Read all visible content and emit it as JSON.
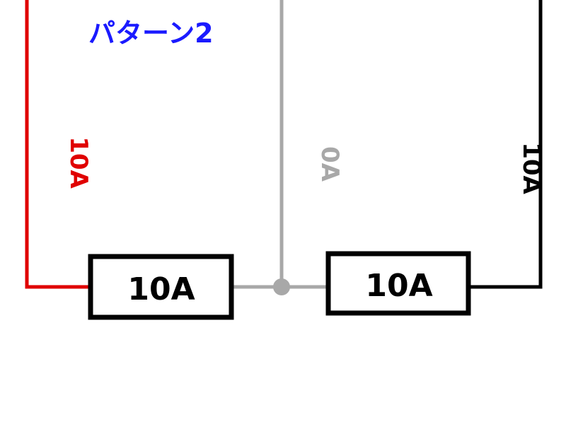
{
  "title": "パターン2",
  "colors": {
    "title": "#1a1aff",
    "left_wire": "#e00000",
    "middle_wire": "#a8a8a8",
    "right_wire": "#000000",
    "box_border": "#000000"
  },
  "wires": {
    "left_label": "10A",
    "middle_label": "0A",
    "right_label": "10A"
  },
  "boxes": {
    "left_label": "10A",
    "right_label": "10A"
  }
}
